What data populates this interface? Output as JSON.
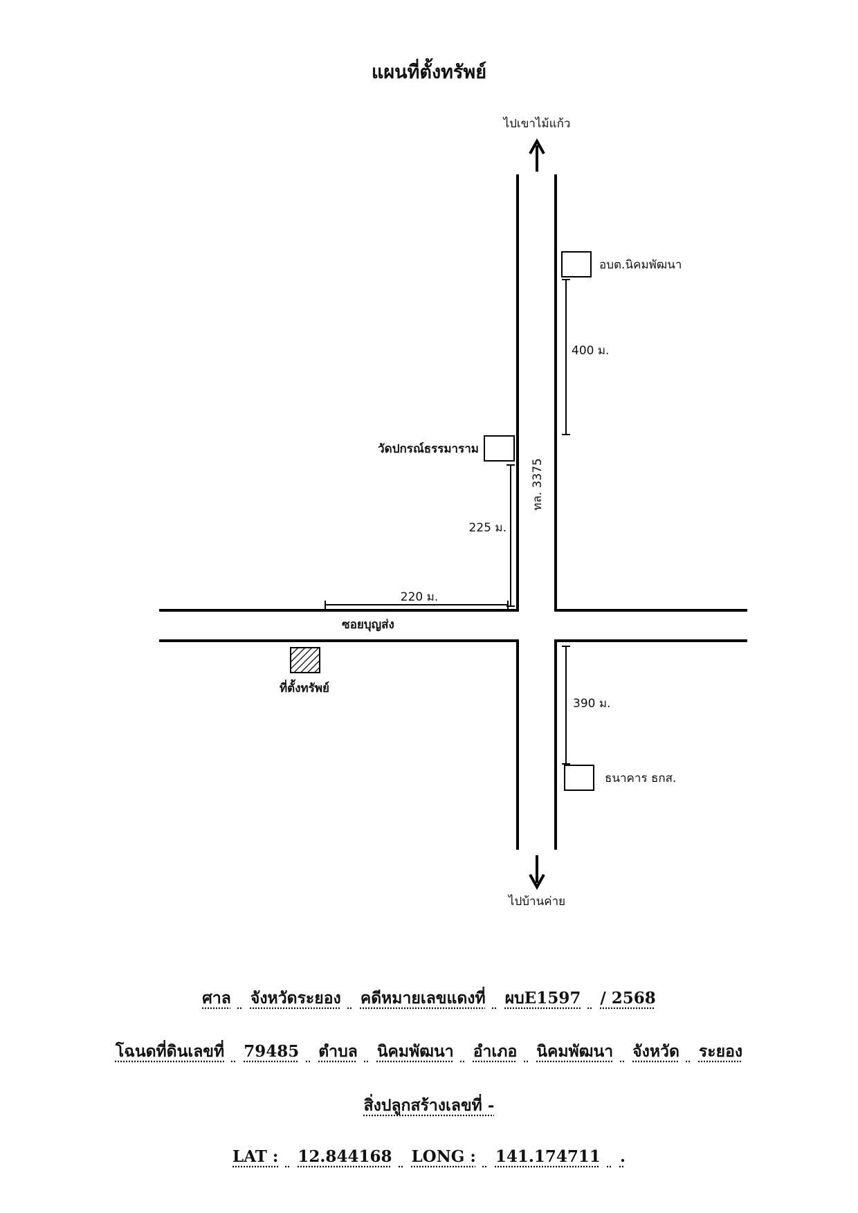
{
  "title": "แผนที่ตั้งทรัพย์",
  "map": {
    "to_north": "ไปเขาไม้แก้ว",
    "to_south": "ไปบ้านค่าย",
    "main_road": "ทล. 3375",
    "side_road": "ซอยบุญส่ง",
    "landmarks": {
      "obt": "อบต.นิคมพัฒนา",
      "temple": "วัดปกรณ์ธรรมาราม",
      "bank": "ธนาคาร ธกส.",
      "property": "ที่ตั้งทรัพย์"
    },
    "distances": {
      "obt": "400 ม.",
      "temple": "225 ม.",
      "side": "220 ม.",
      "bank": "390 ม."
    }
  },
  "footer": {
    "line1": [
      "ศาล",
      "จังหวัดระยอง",
      "คดีหมายเลขแดงที่",
      "ผบE1597",
      "/ 2568"
    ],
    "line2": [
      "โฉนดที่ดินเลขที่",
      "79485",
      "ตำบล",
      "นิคมพัฒนา",
      "อำเภอ",
      "นิคมพัฒนา",
      "จังหวัด",
      "ระยอง"
    ],
    "line3": "สิ่งปลูกสร้างเลขที่ -",
    "line4": [
      "LAT :",
      "12.844168",
      "LONG :",
      "141.174711",
      "."
    ]
  }
}
